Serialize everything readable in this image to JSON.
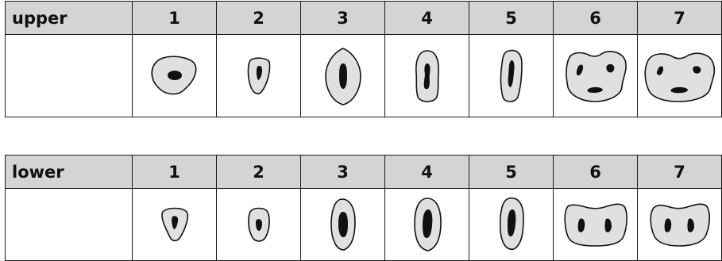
{
  "upper": {
    "label": "upper",
    "numbers": [
      "1",
      "2",
      "3",
      "4",
      "5",
      "6",
      "7"
    ],
    "teeth": [
      "incisor-central-upper-icon",
      "incisor-lateral-upper-icon",
      "canine-upper-icon",
      "premolar-first-upper-icon",
      "premolar-second-upper-icon",
      "molar-first-upper-icon",
      "molar-second-upper-icon"
    ]
  },
  "lower": {
    "label": "lower",
    "numbers": [
      "1",
      "2",
      "3",
      "4",
      "5",
      "6",
      "7"
    ],
    "teeth": [
      "incisor-central-lower-icon",
      "incisor-lateral-lower-icon",
      "canine-lower-icon",
      "premolar-first-lower-icon",
      "premolar-second-lower-icon",
      "molar-first-lower-icon",
      "molar-second-lower-icon"
    ]
  },
  "colors": {
    "header_bg": "#d4d4d4",
    "tooth_fill": "#e0e0e0",
    "pulp": "#111111",
    "line": "#1a1a1a"
  }
}
